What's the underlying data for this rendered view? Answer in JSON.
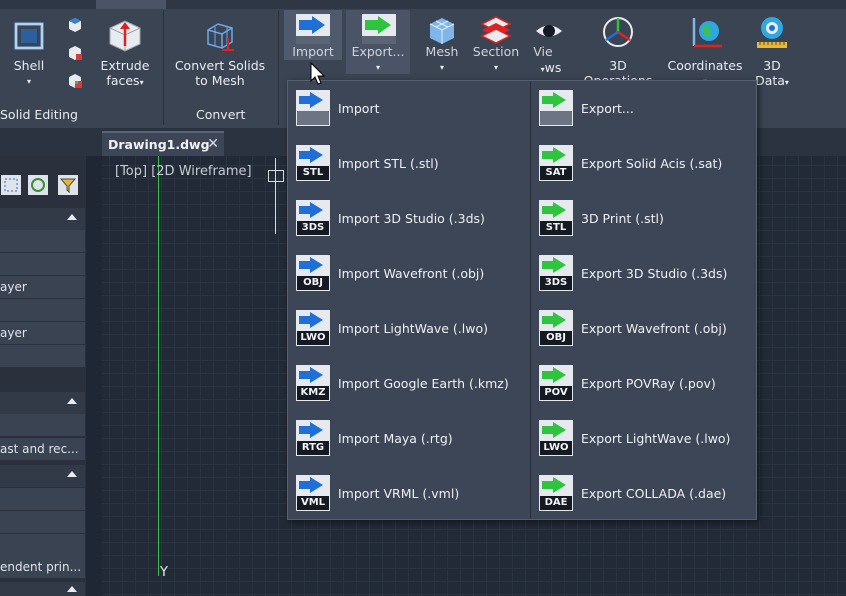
{
  "ribbon": {
    "tools": {
      "shell": "Shell",
      "extrude_line1": "Extrude",
      "extrude_line2": "faces",
      "convert_line1": "Convert Solids",
      "convert_line2": "to Mesh",
      "import": "Import",
      "export": "Export...",
      "mesh": "Mesh",
      "section": "Section",
      "views_line1": "Vie",
      "views_line2": "ws",
      "ops_line1": "3D",
      "ops_line2": "Operations",
      "coordinates": "Coordinates",
      "data_line1": "3D",
      "data_line2": "Data"
    },
    "groups": {
      "solid_editing": "Solid Editing",
      "convert": "Convert"
    },
    "dropdown_glyph": "▾"
  },
  "document_tab": {
    "title": "Drawing1.dwg",
    "close_glyph": "✕"
  },
  "viewport": {
    "label": "[Top] [2D Wireframe]",
    "axis_label": "Y"
  },
  "left_panel": {
    "rows": [
      "ayer",
      "ayer",
      "ast and rec...",
      "endent prin..."
    ]
  },
  "import_menu": {
    "import_items": [
      {
        "label": "Import",
        "badge": ""
      },
      {
        "label": "Import STL (.stl)",
        "badge": "STL"
      },
      {
        "label": "Import 3D Studio (.3ds)",
        "badge": "3DS"
      },
      {
        "label": "Import Wavefront (.obj)",
        "badge": "OBJ"
      },
      {
        "label": "Import LightWave (.lwo)",
        "badge": "LWO"
      },
      {
        "label": "Import Google Earth (.kmz)",
        "badge": "KMZ"
      },
      {
        "label": "Import Maya (.rtg)",
        "badge": "RTG"
      },
      {
        "label": "Import VRML (.vml)",
        "badge": "VML"
      }
    ],
    "export_items": [
      {
        "label": "Export...",
        "badge": ""
      },
      {
        "label": "Export Solid Acis (.sat)",
        "badge": "SAT"
      },
      {
        "label": "3D Print (.stl)",
        "badge": "STL"
      },
      {
        "label": "Export 3D Studio (.3ds)",
        "badge": "3DS"
      },
      {
        "label": "Export Wavefront (.obj)",
        "badge": "OBJ"
      },
      {
        "label": "Export POVRay (.pov)",
        "badge": "POV"
      },
      {
        "label": "Export LightWave (.lwo)",
        "badge": "LWO"
      },
      {
        "label": "Export COLLADA (.dae)",
        "badge": "DAE"
      }
    ]
  },
  "colors": {
    "accent_blue": "#1f6fd6",
    "accent_green": "#2fc43e",
    "axis_green": "#3cc24a"
  }
}
